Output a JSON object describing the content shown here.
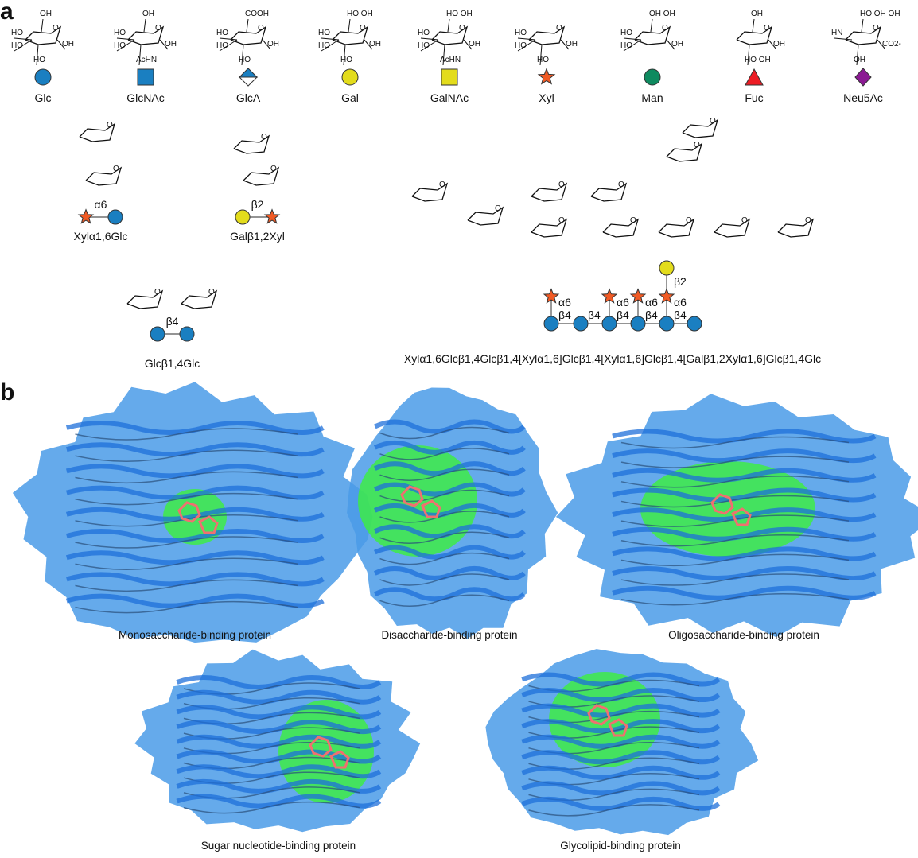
{
  "panel_a": {
    "letter": "a",
    "monosaccharides": [
      {
        "name": "Glc",
        "symbol": "circle",
        "color": "#1a7fc1",
        "chem": [
          "OH",
          "HO",
          "HO",
          "HO",
          "OH"
        ]
      },
      {
        "name": "GlcNAc",
        "symbol": "square",
        "color": "#1a7fc1",
        "chem": [
          "OH",
          "HO",
          "HO",
          "AcHN",
          "OH"
        ]
      },
      {
        "name": "GlcA",
        "symbol": "split-diamond",
        "color": "#1a7fc1",
        "chem": [
          "COOH",
          "HO",
          "HO",
          "HO",
          "OH"
        ]
      },
      {
        "name": "Gal",
        "symbol": "circle",
        "color": "#e3dc1c",
        "chem": [
          "HO OH",
          "HO",
          "HO",
          "HO",
          "OH"
        ]
      },
      {
        "name": "GalNAc",
        "symbol": "square",
        "color": "#e3dc1c",
        "chem": [
          "HO OH",
          "HO",
          "HO",
          "AcHN",
          "OH"
        ]
      },
      {
        "name": "Xyl",
        "symbol": "star",
        "color": "#f15a24",
        "chem": [
          "",
          "HO",
          "HO",
          "HO",
          "OH"
        ]
      },
      {
        "name": "Man",
        "symbol": "circle",
        "color": "#0e8a5f",
        "chem": [
          "OH OH",
          "HO",
          "HO",
          "",
          "OH"
        ]
      },
      {
        "name": "Fuc",
        "symbol": "triangle",
        "color": "#ed1c24",
        "chem": [
          "OH",
          "",
          "",
          "HO OH",
          "OH"
        ]
      },
      {
        "name": "Neu5Ac",
        "symbol": "diamond",
        "color": "#8b1a93",
        "chem": [
          "HO OH OH",
          "HN",
          "",
          "OH",
          "CO2-"
        ]
      }
    ],
    "disaccharides": [
      {
        "name": "Xylα1,6Glc",
        "linkage": "α6",
        "residues": [
          "star",
          "circle"
        ]
      },
      {
        "name": "Galβ1,2Xyl",
        "linkage": "β2",
        "residues": [
          "yellow-circle",
          "star"
        ]
      },
      {
        "name": "Glcβ1,4Glc",
        "linkage": "β4",
        "residues": [
          "circle",
          "circle"
        ]
      }
    ],
    "oligosaccharide": {
      "name": "Xylα1,6Glcβ1,4Glcβ1,4[Xylα1,6]Glcβ1,4[Xylα1,6]Glcβ1,4[Galβ1,2Xylα1,6]Glcβ1,4Glc",
      "backbone_linkages": [
        "β4",
        "β4",
        "β4",
        "β4",
        "β4"
      ],
      "branch_linkages": [
        "α6",
        "α6",
        "α6",
        "α6"
      ],
      "gal_linkage": "β2"
    }
  },
  "panel_b": {
    "letter": "b",
    "proteins": [
      {
        "caption": "Monosaccharide-binding protein"
      },
      {
        "caption": "Disaccharide-binding protein"
      },
      {
        "caption": "Oligosaccharide-binding protein"
      },
      {
        "caption": "Sugar nucleotide-binding protein"
      },
      {
        "caption": "Glycolipid-binding protein"
      }
    ],
    "colors": {
      "surface": "#4a9be8",
      "cartoon": "#1e6fd9",
      "binding_site": "#3cf03c",
      "ligand": "#f07070"
    }
  }
}
